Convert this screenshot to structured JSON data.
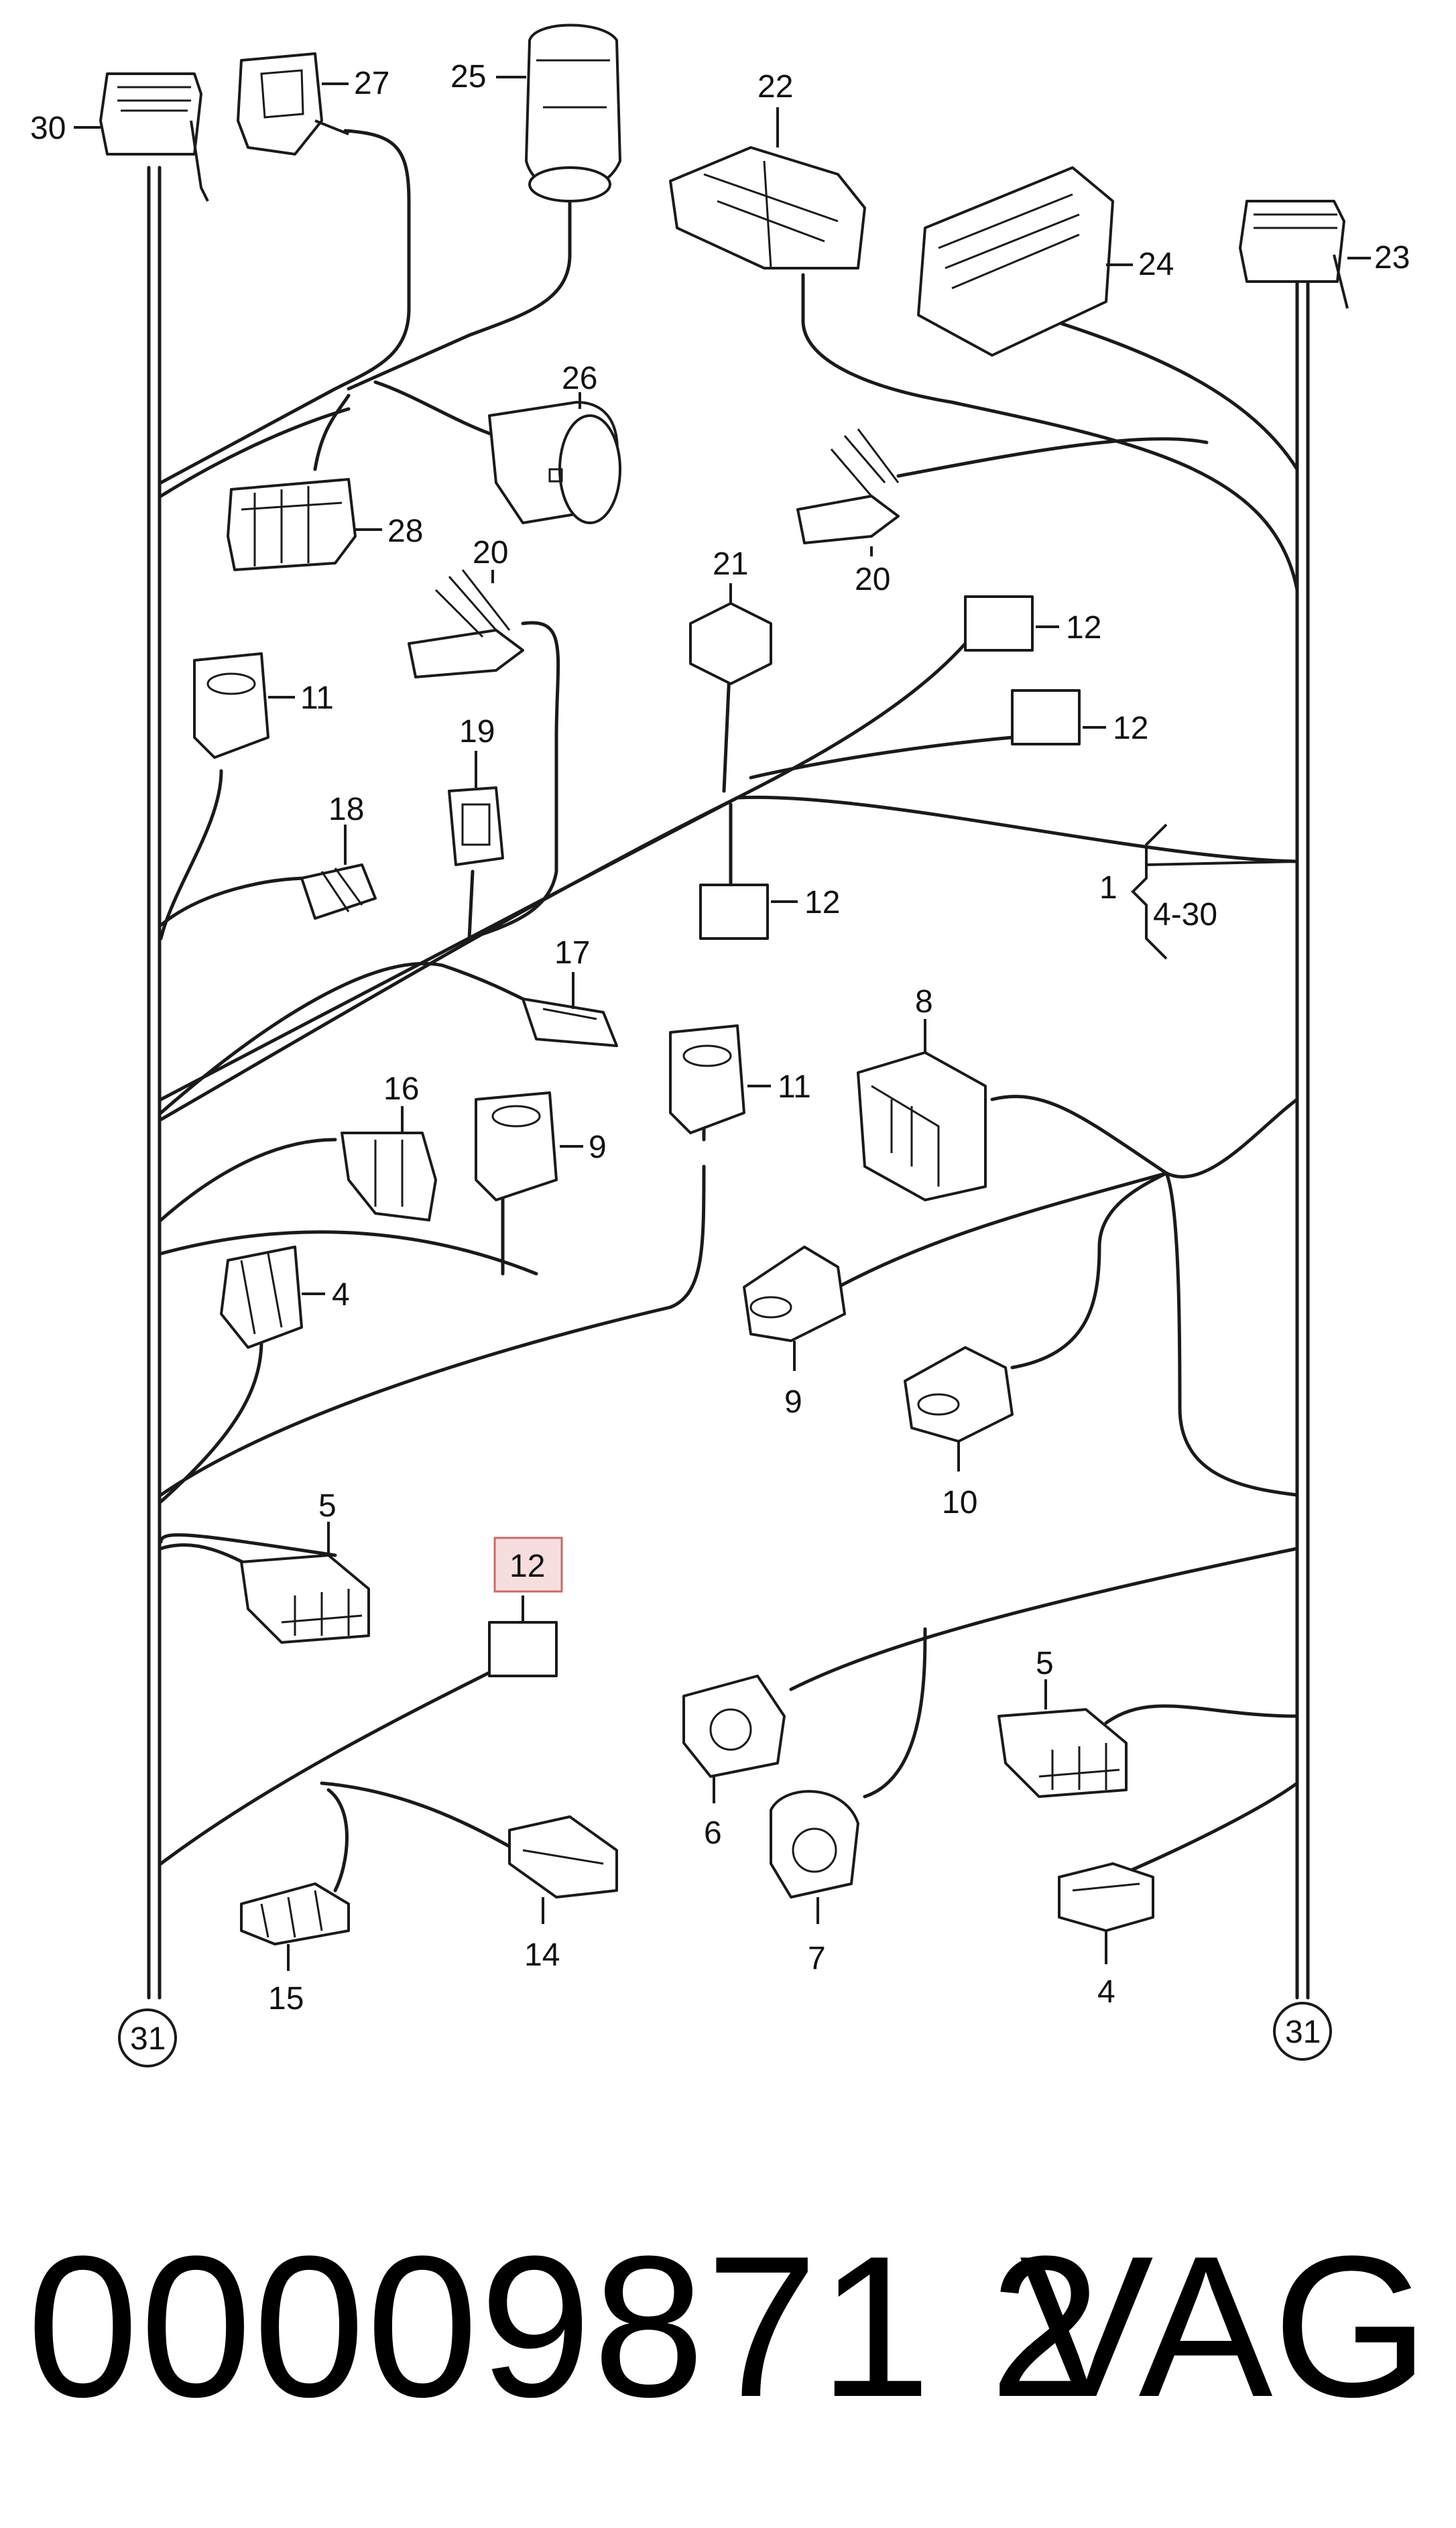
{
  "diagram": {
    "labels": {
      "l1": "1",
      "l4_30": "4-30",
      "l4a": "4",
      "l4b": "4",
      "l5a": "5",
      "l5b": "5",
      "l6": "6",
      "l7": "7",
      "l8": "8",
      "l9a": "9",
      "l9b": "9",
      "l10": "10",
      "l11a": "11",
      "l11b": "11",
      "l12a": "12",
      "l12b": "12",
      "l12c": "12",
      "l12d": "12",
      "l14": "14",
      "l15": "15",
      "l16": "16",
      "l17": "17",
      "l18": "18",
      "l19": "19",
      "l20a": "20",
      "l20b": "20",
      "l21": "21",
      "l22": "22",
      "l23": "23",
      "l24": "24",
      "l25": "25",
      "l26": "26",
      "l27": "27",
      "l28": "28",
      "l30": "30",
      "l31a": "31",
      "l31b": "31"
    },
    "highlight_color": "#f6dede"
  },
  "footer": {
    "part_number": "00009871 2",
    "brand": "VAG"
  }
}
